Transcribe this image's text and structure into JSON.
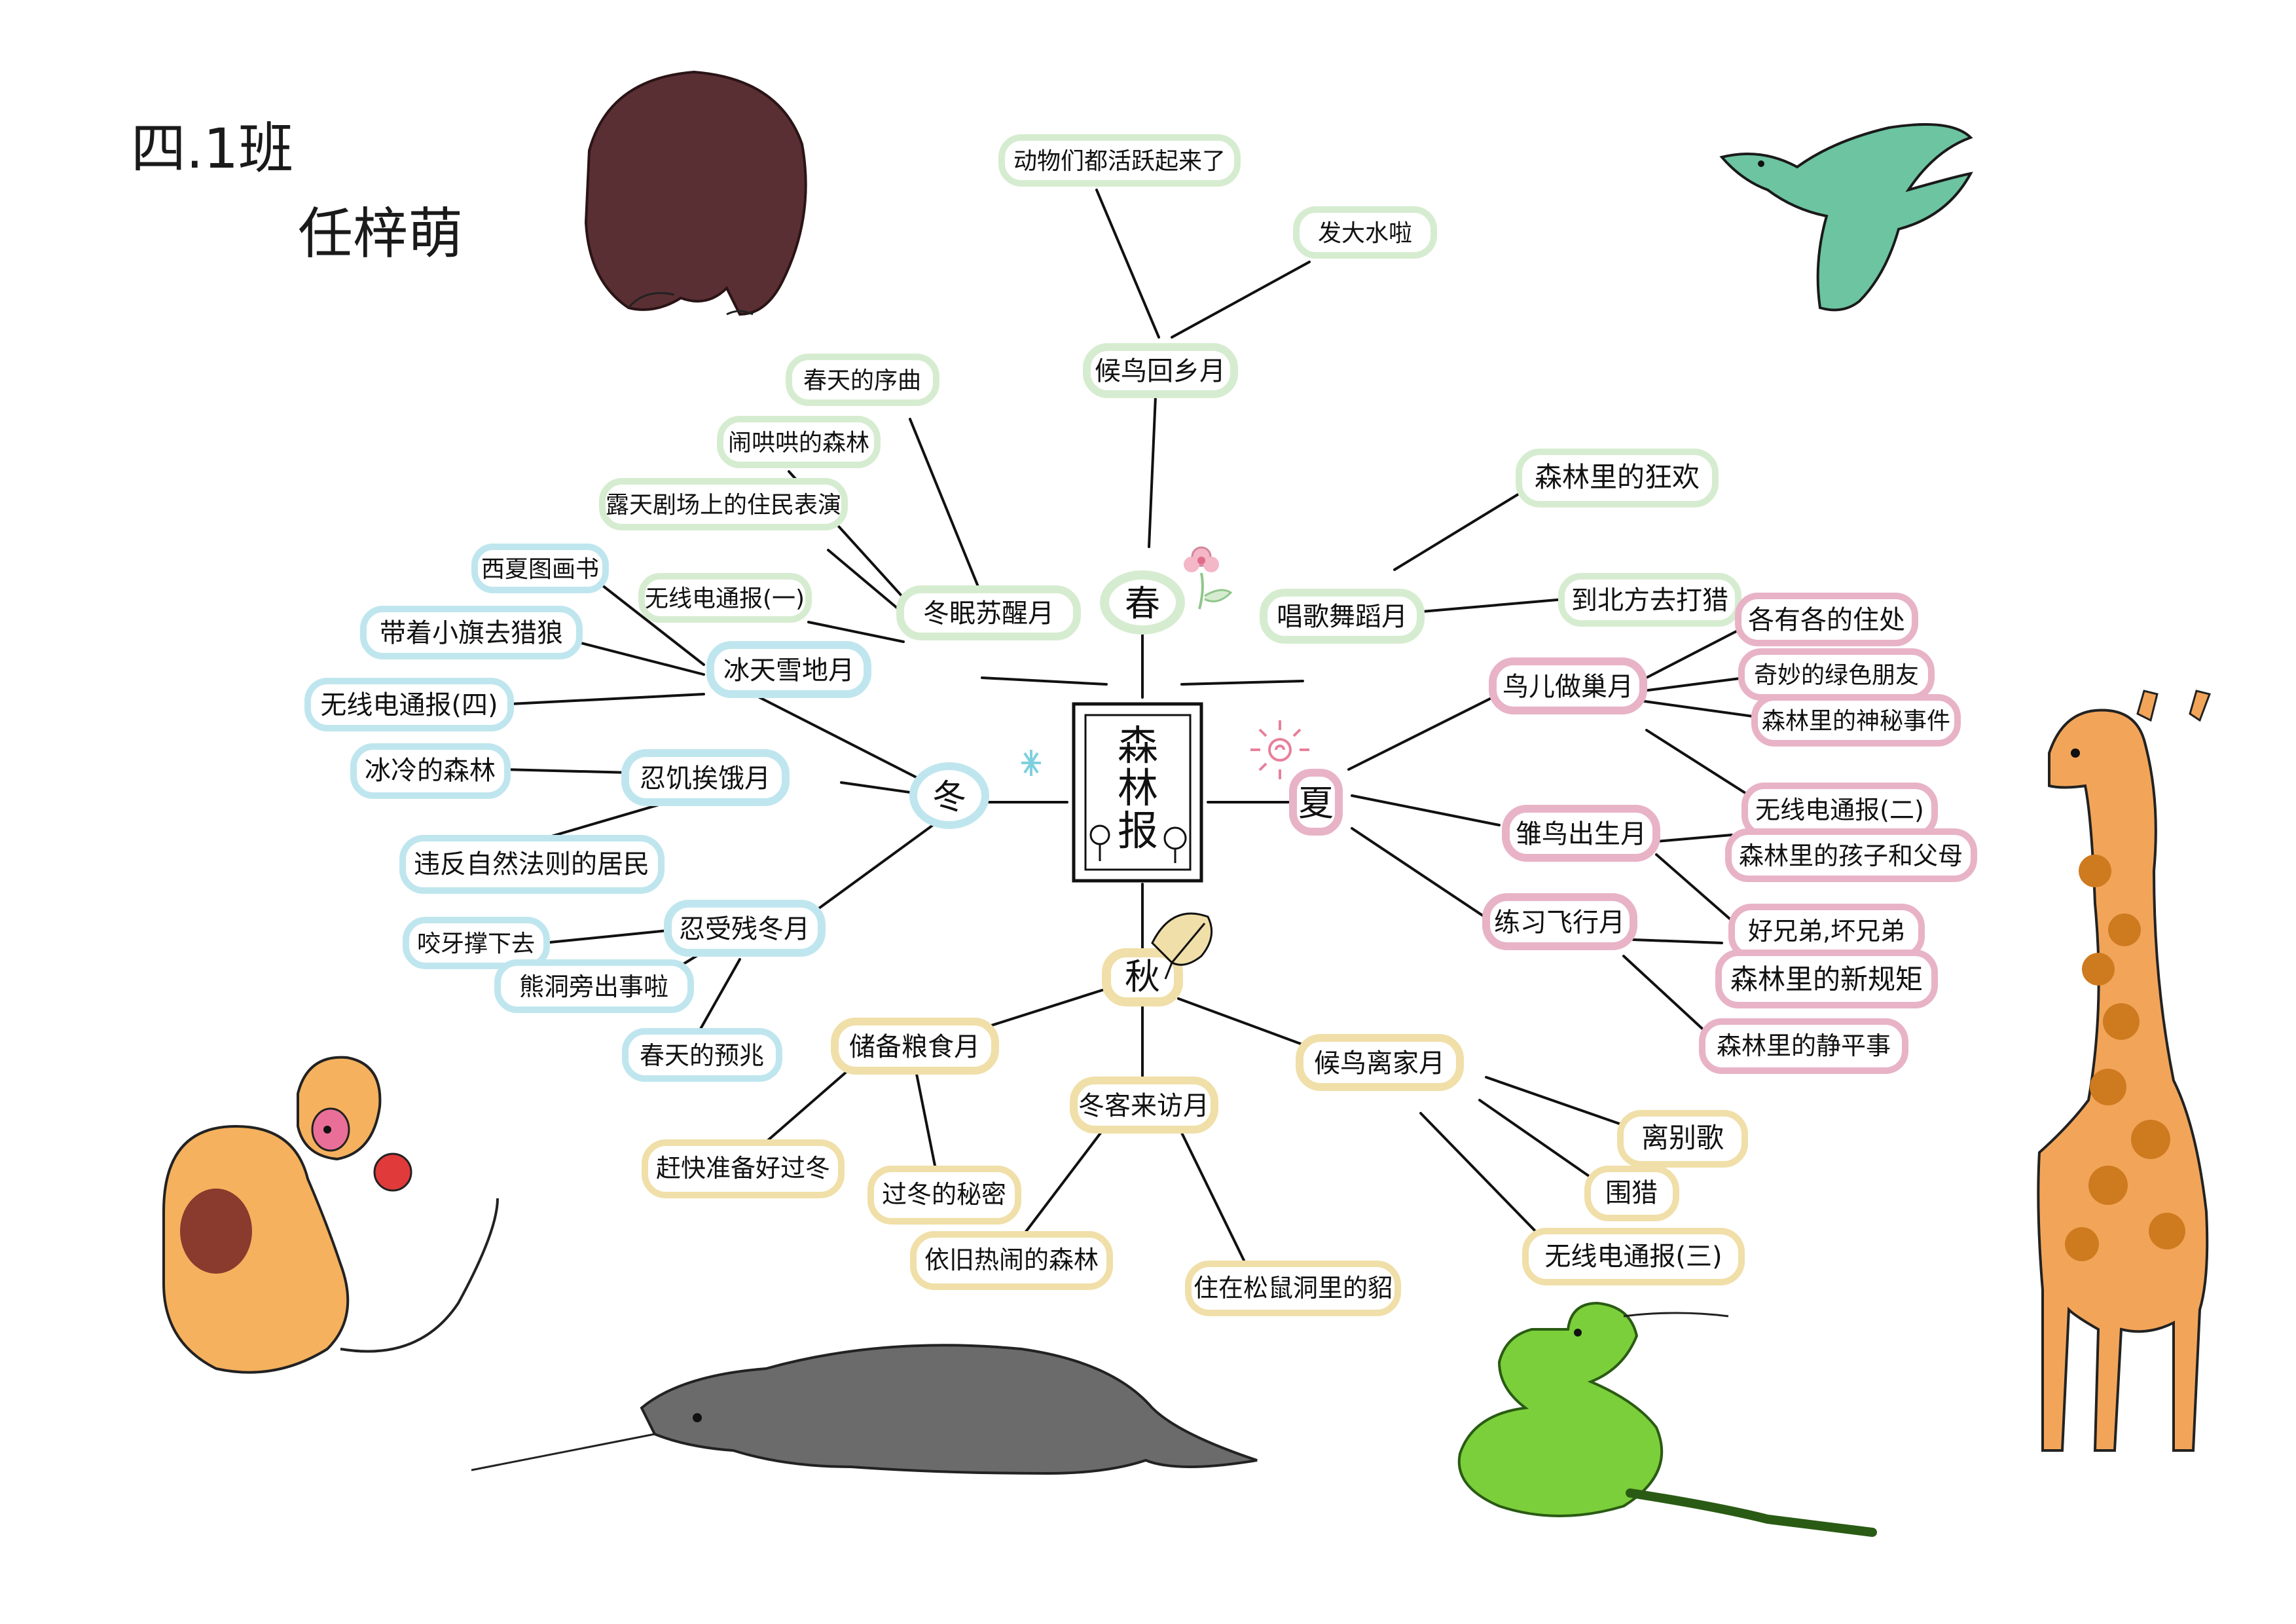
{
  "header": {
    "class": "四.1班",
    "student": "任梓萌"
  },
  "center": [
    "森",
    "林",
    "报"
  ],
  "colors": {
    "spring": "#d6ecd0",
    "summer": "#e8b3c6",
    "autumn": "#f0dfa8",
    "winter": "#bfe6ee",
    "line": "#111111"
  },
  "seasons": {
    "spring": "春",
    "summer": "夏",
    "autumn": "秋",
    "winter": "冬"
  },
  "months": {
    "spring_1": "冬眠苏醒月",
    "spring_2": "候鸟回乡月",
    "spring_3": "唱歌舞蹈月",
    "summer_1": "鸟儿做巢月",
    "summer_2": "雏鸟出生月",
    "summer_3": "练习飞行月",
    "autumn_1": "储备粮食月",
    "autumn_2": "冬客来访月",
    "autumn_3": "候鸟离家月",
    "winter_1": "冰天雪地月",
    "winter_2": "忍饥挨饿月",
    "winter_3": "忍受残冬月"
  },
  "topics": {
    "s1_1": "春天的序曲",
    "s1_2": "闹哄哄的森林",
    "s1_3": "露天剧场上的住民表演",
    "s1_4": "无线电通报(一)",
    "s2_1": "动物们都活跃起来了",
    "s2_2": "发大水啦",
    "s3_1": "森林里的狂欢",
    "s3_2": "到北方去打猎",
    "su1_1": "各有各的住处",
    "su1_2": "奇妙的绿色朋友",
    "su1_3": "森林里的神秘事件",
    "su1_4": "无线电通报(二)",
    "su2_1": "森林里的孩子和父母",
    "su3_1": "好兄弟,坏兄弟",
    "su3_2": "森林里的新规矩",
    "su3_3": "森林里的静平事",
    "a1_1": "赶快准备好过冬",
    "a1_2": "过冬的秘密",
    "a2_1": "依旧热闹的森林",
    "a2_2": "住在松鼠洞里的貂",
    "a3_1": "离别歌",
    "a3_2": "围猎",
    "a3_3": "无线电通报(三)",
    "w1_1": "西夏图画书",
    "w1_2": "带着小旗去猎狼",
    "w1_3": "无线电通报(四)",
    "w2_1": "冰冷的森林",
    "w2_2": "违反自然法则的居民",
    "w3_1": "咬牙撑下去",
    "w3_2": "熊洞旁出事啦",
    "w3_3": "春天的预兆"
  },
  "icons": [
    "bear-icon",
    "bird-icon",
    "giraffe-icon",
    "monkey-icon",
    "rat-icon",
    "snake-icon",
    "flower-icon",
    "sun-icon",
    "leaf-icon",
    "snowflake-icon",
    "tree-icon"
  ]
}
